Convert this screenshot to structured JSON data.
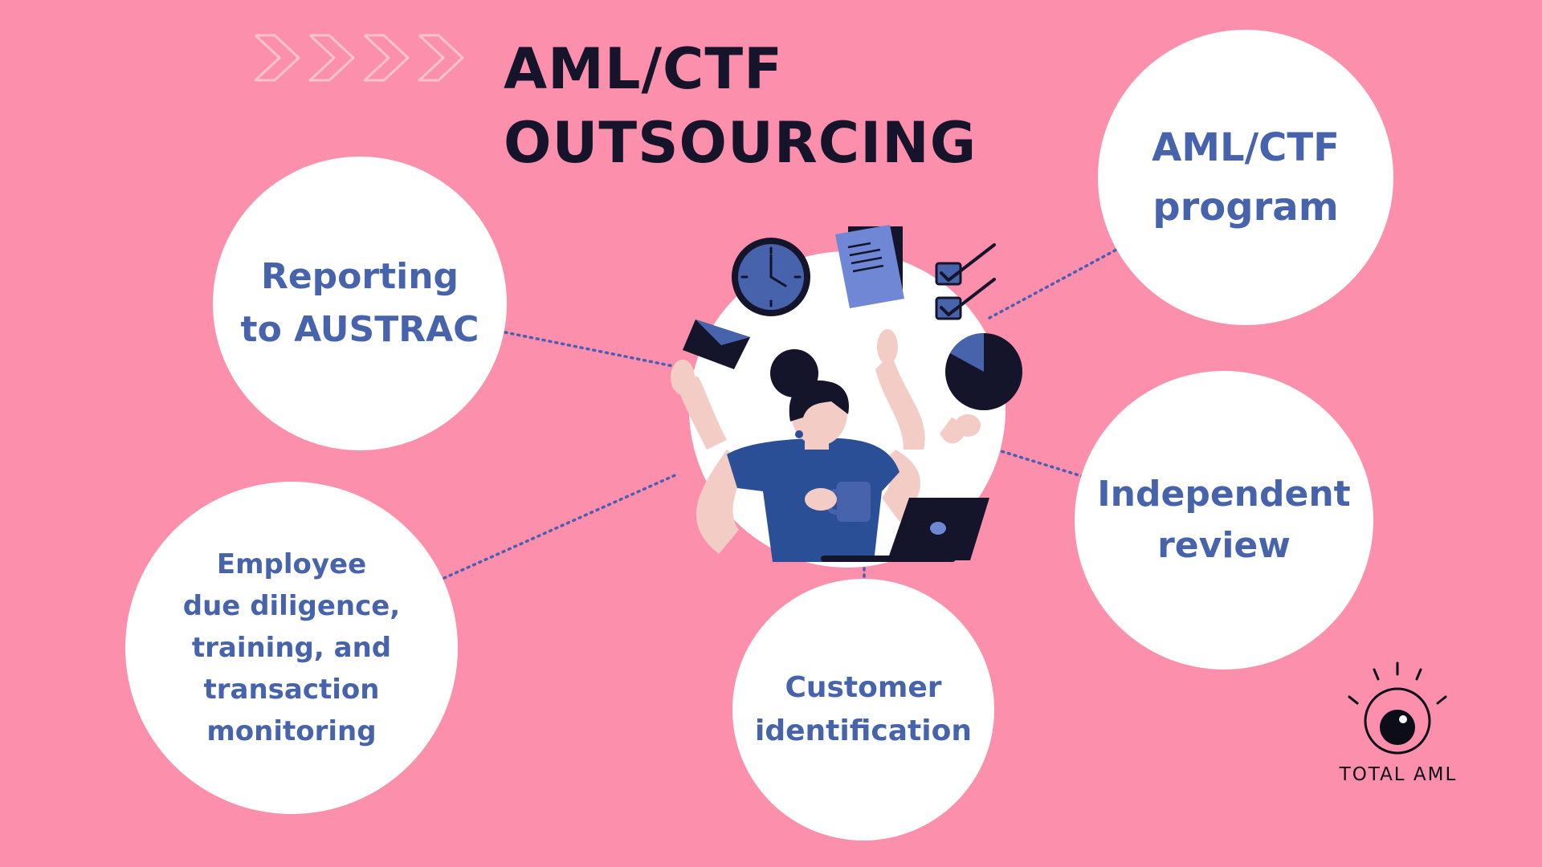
{
  "title": {
    "line1": "AML/CTF",
    "line2": "OUTSOURCING"
  },
  "services": {
    "reporting": [
      "Reporting",
      "to AUSTRAC"
    ],
    "program": [
      "AML/CTF",
      "program"
    ],
    "review": [
      "Independent",
      "review"
    ],
    "employee": [
      "Employee",
      "due diligence,",
      "training, and",
      "transaction",
      "monitoring"
    ],
    "customer": [
      "Customer",
      "identification"
    ]
  },
  "brand": {
    "name": "TOTAL AML",
    "icon": "eye-logo-icon"
  },
  "illustration": {
    "icons": [
      "clock-icon",
      "document-icon",
      "checklist-icon",
      "envelope-icon",
      "pie-chart-icon",
      "coffee-mug-icon",
      "laptop-icon"
    ]
  },
  "colors": {
    "background": "#fc8fab",
    "title": "#16142b",
    "accent": "#4663ac",
    "dark": "#14142a",
    "circle": "#ffffff"
  }
}
